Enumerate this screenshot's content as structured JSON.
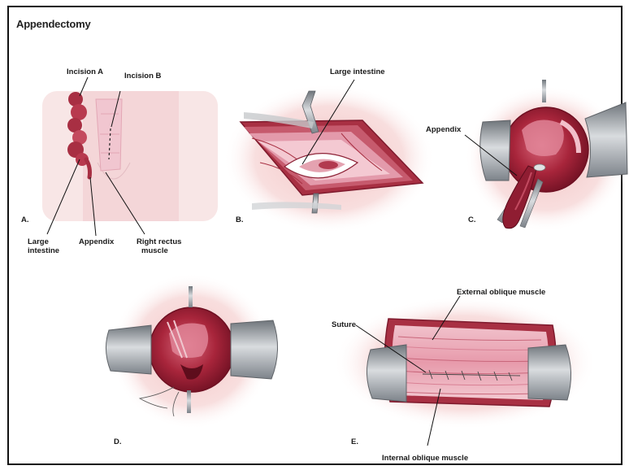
{
  "title": "Appendectomy",
  "panels": {
    "a": {
      "letter": "A.",
      "labels": {
        "incision_a": "Incision A",
        "incision_b": "Incision B",
        "large_intestine_1": "Large",
        "large_intestine_2": "intestine",
        "appendix": "Appendix",
        "right_rectus_1": "Right rectus",
        "right_rectus_2": "muscle"
      }
    },
    "b": {
      "letter": "B.",
      "labels": {
        "large_intestine": "Large intestine"
      }
    },
    "c": {
      "letter": "C.",
      "labels": {
        "appendix": "Appendix"
      }
    },
    "d": {
      "letter": "D."
    },
    "e": {
      "letter": "E.",
      "labels": {
        "external_oblique": "External oblique muscle",
        "suture": "Suture",
        "internal_oblique": "Internal oblique muscle"
      }
    }
  },
  "colors": {
    "skin": "#f6dada",
    "skin_glow": "#f2c4c4",
    "tissue": "#9c1f33",
    "tissue_light": "#c9576a",
    "muscle": "#e8a8b6",
    "retractor": "#9aa0a6"
  }
}
